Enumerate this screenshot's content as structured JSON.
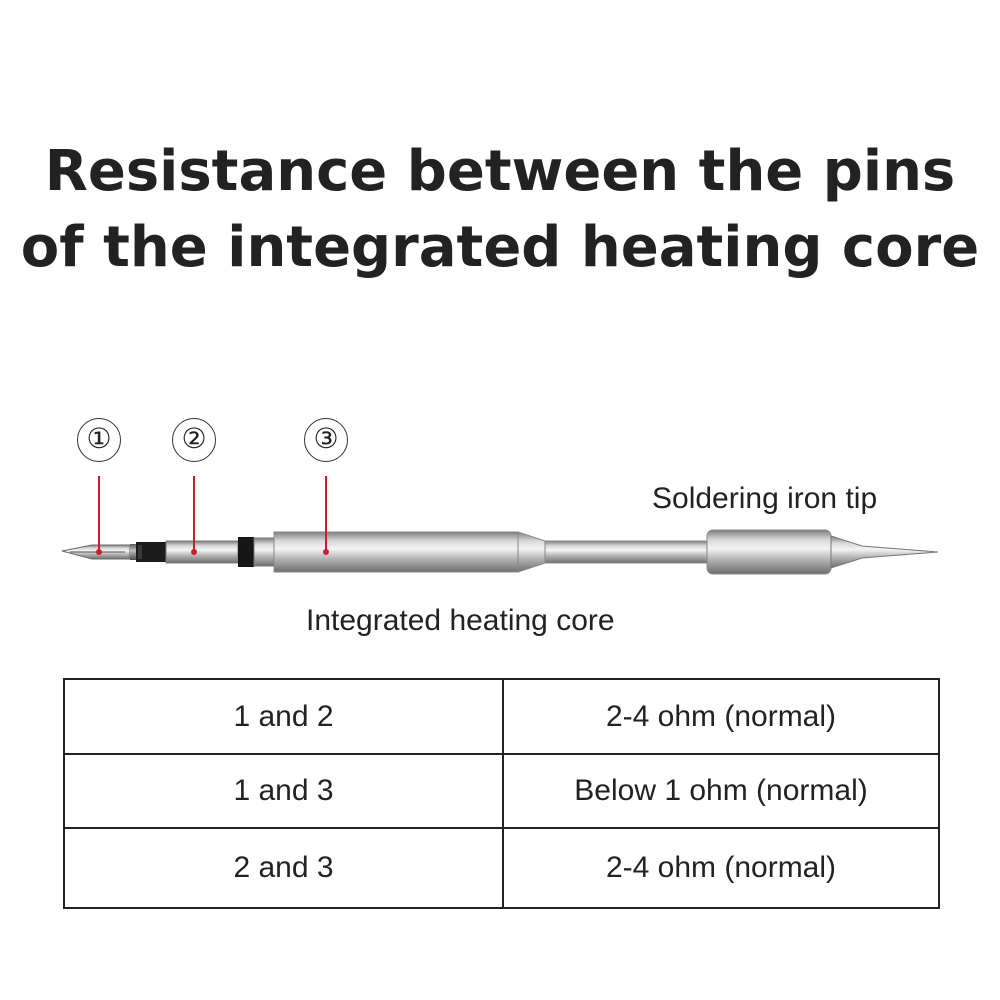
{
  "title": {
    "line1": "Resistance between the pins",
    "line2": "of the integrated heating core"
  },
  "diagram": {
    "pins": [
      {
        "label": "①"
      },
      {
        "label": "②"
      },
      {
        "label": "③"
      }
    ],
    "labels": {
      "tip": "Soldering iron tip",
      "core": "Integrated heating core"
    },
    "colors": {
      "pointer": "#c8202a",
      "metal_light": "#e6e6e6",
      "metal_dark": "#8a8a8a",
      "ring": "#1a1a1a"
    }
  },
  "table": {
    "rows": [
      {
        "pins": "1 and 2",
        "resistance": "2-4 ohm (normal)"
      },
      {
        "pins": "1 and 3",
        "resistance": "Below 1 ohm (normal)"
      },
      {
        "pins": "2 and 3",
        "resistance": "2-4 ohm (normal)"
      }
    ]
  }
}
